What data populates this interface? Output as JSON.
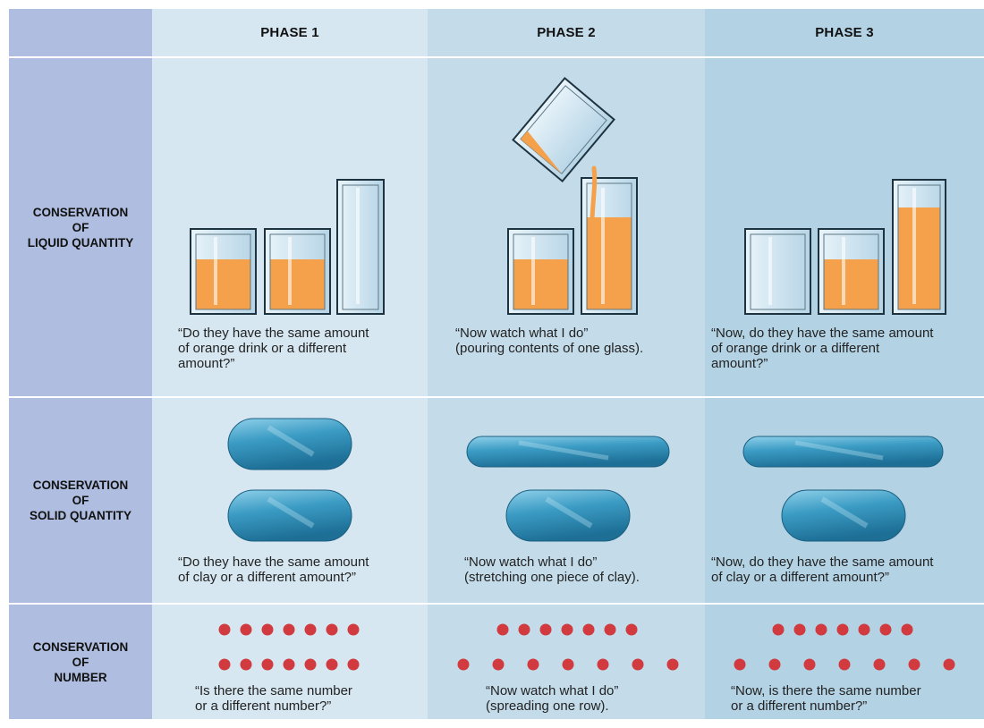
{
  "header": {
    "corner": "",
    "phases": [
      "PHASE 1",
      "PHASE 2",
      "PHASE 3"
    ]
  },
  "rows": [
    {
      "label": [
        "CONSERVATION",
        "OF",
        "LIQUID QUANTITY"
      ],
      "captions": [
        [
          "“Do they have the same amount",
          "of orange drink or a different",
          "amount?”"
        ],
        [
          "“Now watch what I do”",
          "(pouring contents of one glass)."
        ],
        [
          "“Now, do they have the same amount",
          "of orange drink or a different",
          "amount?”"
        ]
      ]
    },
    {
      "label": [
        "CONSERVATION",
        "OF",
        "SOLID QUANTITY"
      ],
      "captions": [
        [
          "“Do they have the same amount",
          "of clay or a different amount?”"
        ],
        [
          "“Now watch what I do”",
          "(stretching one piece of clay)."
        ],
        [
          "“Now, do they have the same amount",
          "of clay or a different amount?”"
        ]
      ]
    },
    {
      "label": [
        "CONSERVATION",
        "OF",
        "NUMBER"
      ],
      "captions": [
        [
          "“Is there the same number",
          "or a different number?”"
        ],
        [
          "“Now watch what I do”",
          "(spreading one row)."
        ],
        [
          "“Now, is there the same number",
          "or a different number?”"
        ]
      ]
    }
  ],
  "colors": {
    "label_column": "#aebde0",
    "phase1": "#d6e7f1",
    "phase2": "#c4dcea",
    "phase3": "#b3d3e5",
    "row_divider": "#ffffff",
    "liquid": "#f5a04a",
    "glass_outline": "#1e3340",
    "clay": "#3c9cc4",
    "dot": "#d13a3f"
  },
  "icons": [
    "glass-icon",
    "pouring-glass-icon",
    "clay-ball-icon",
    "clay-roll-icon",
    "dot-icon"
  ],
  "dots_per_row": 7
}
